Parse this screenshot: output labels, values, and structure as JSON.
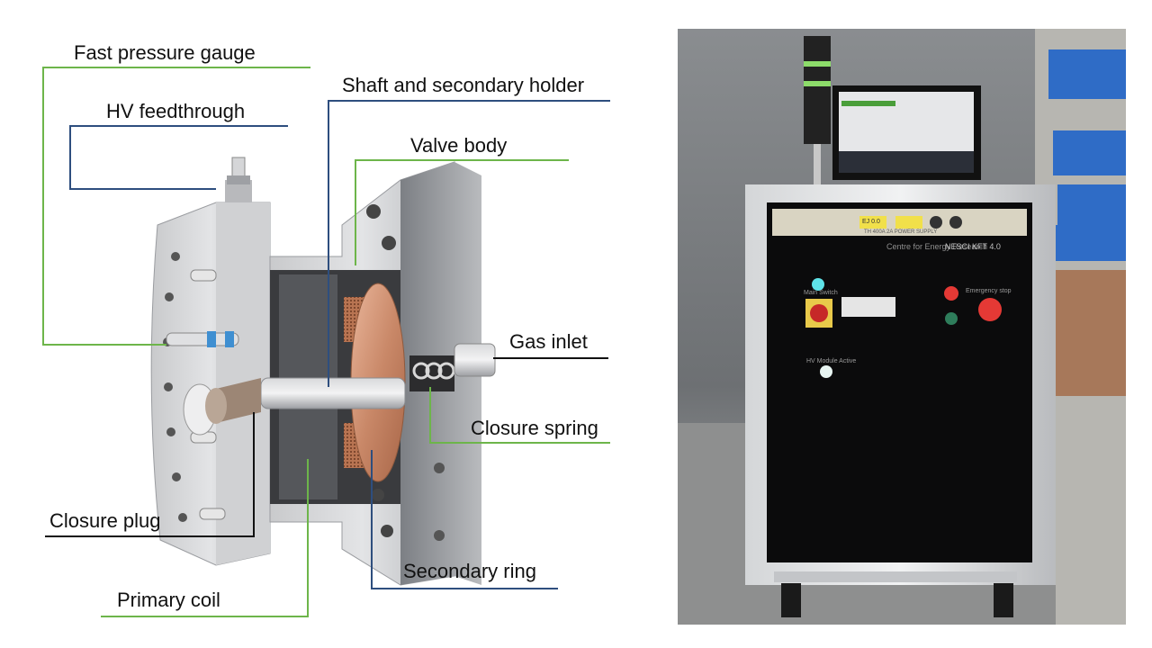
{
  "left_diagram": {
    "callouts": [
      {
        "id": "fast-pressure-gauge",
        "text": "Fast pressure gauge"
      },
      {
        "id": "hv-feedthrough",
        "text": "HV feedthrough"
      },
      {
        "id": "shaft-secondary-holder",
        "text": "Shaft and secondary holder"
      },
      {
        "id": "valve-body",
        "text": "Valve body"
      },
      {
        "id": "gas-inlet",
        "text": "Gas inlet"
      },
      {
        "id": "closure-spring",
        "text": "Closure spring"
      },
      {
        "id": "closure-plug",
        "text": "Closure plug"
      },
      {
        "id": "secondary-ring",
        "text": "Secondary ring"
      },
      {
        "id": "primary-coil",
        "text": "Primary coil"
      }
    ],
    "colors": {
      "green_line": "#6db54a",
      "blue_line": "#2e4e7e"
    }
  },
  "right_photo": {
    "panel_texts": {
      "logo_1": "Centre for Energy Research",
      "logo_2": "NESCI KFT 4.0",
      "power_button": "Main Switch",
      "emergency": "Emergency stop",
      "hv_module": "HV Module Active",
      "timer_dmm": "EJ 0.0",
      "power_supply": "TH 400A 2A POWER SUPPLY"
    }
  }
}
